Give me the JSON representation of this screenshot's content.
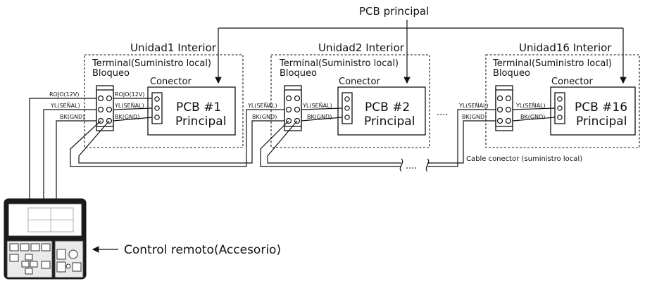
{
  "header": {
    "pcb_principal": "PCB principal"
  },
  "units": [
    {
      "title": "Unidad1 Interior",
      "pcb_line1": "PCB #1",
      "pcb_line2": "Principal"
    },
    {
      "title": "Unidad2 Interior",
      "pcb_line1": "PCB #2",
      "pcb_line2": "Principal"
    },
    {
      "title": "Unidad16 Interior",
      "pcb_line1": "PCB #16",
      "pcb_line2": "Principal"
    }
  ],
  "labels": {
    "terminal_line1": "Terminal(Suministro local)",
    "terminal_line2": "Bloqueo",
    "conector": "Conector",
    "ellipsis": "....",
    "cable_conector": "Cable conector (suministro local)",
    "control_remoto": "Control remoto(Accesorio)"
  },
  "wires": {
    "rojo": "ROJO(12V)",
    "yl": "YL(SEÑAL)",
    "bk": "BK(GND)"
  }
}
